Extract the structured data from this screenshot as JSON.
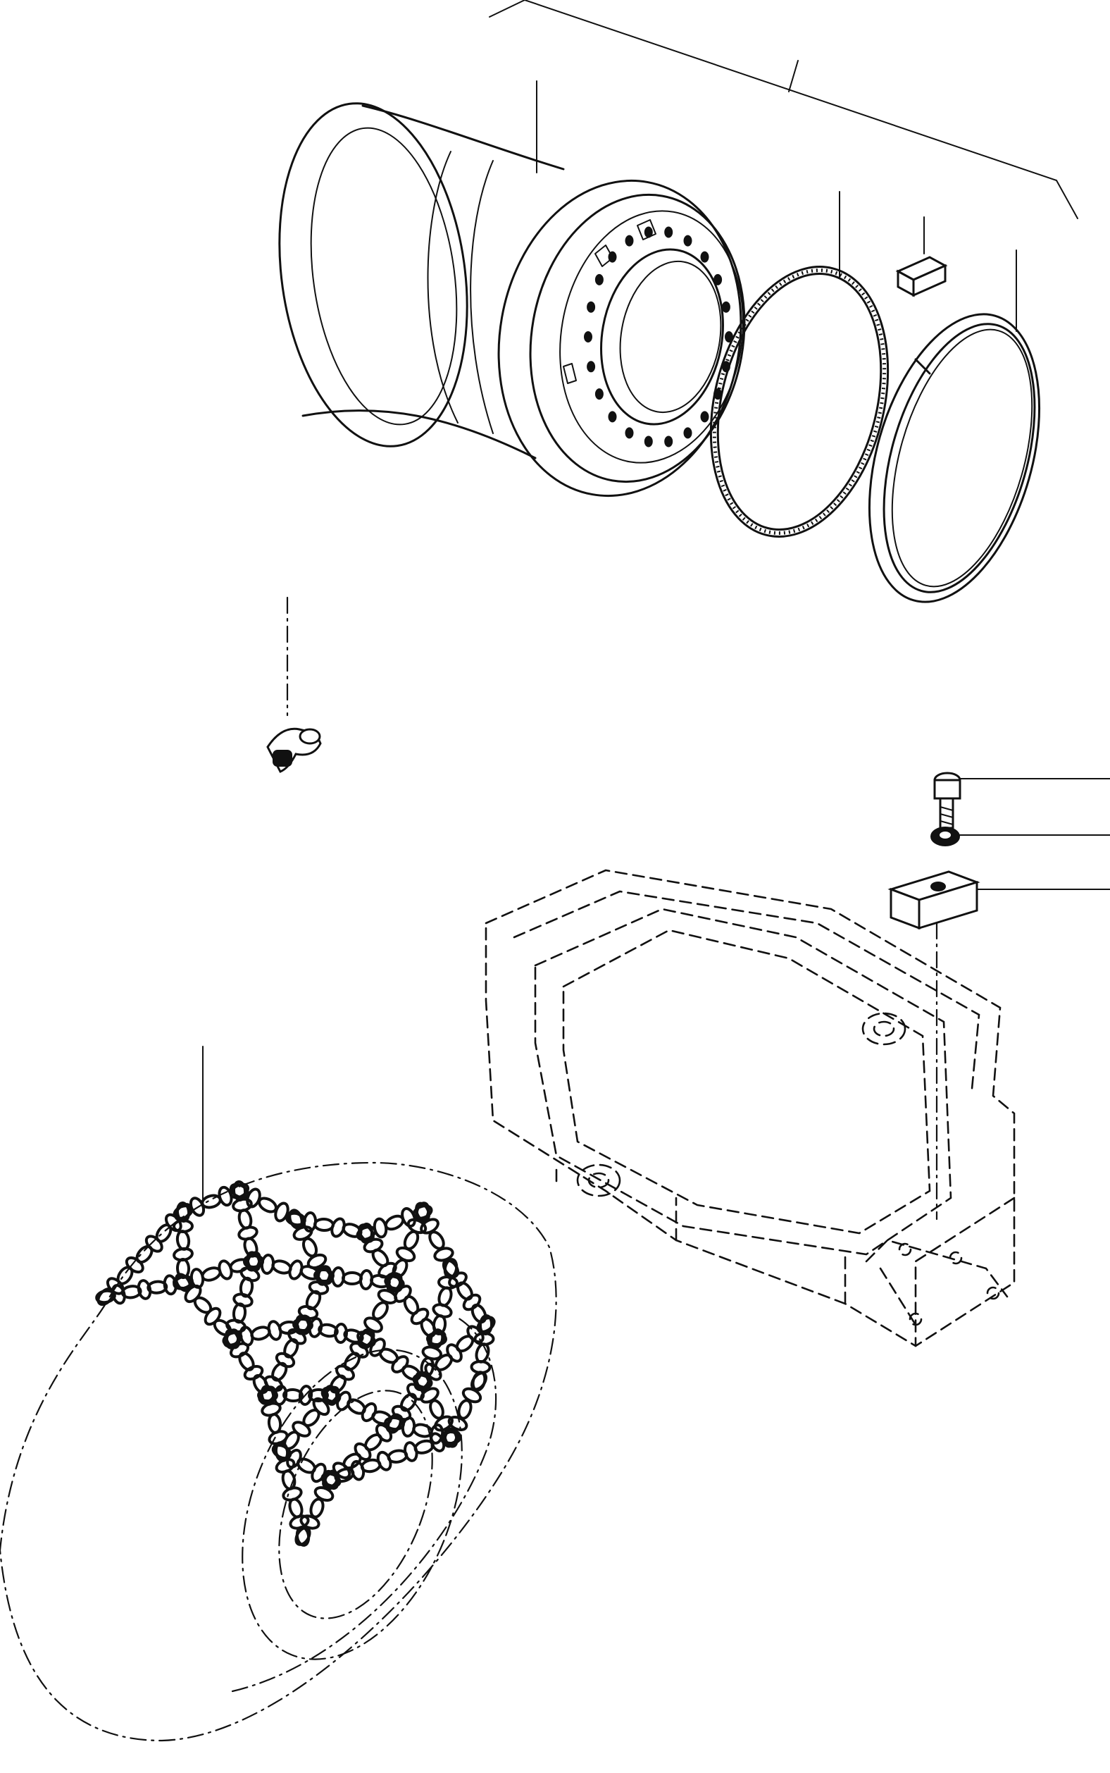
{
  "diagram": {
    "style": "monochrome exploded parts line drawing",
    "colors": {
      "ink": "#111111",
      "paper": "#ffffff"
    },
    "parts": [
      "wheel-rim",
      "sealing-ring",
      "lock-clip",
      "retaining-ring",
      "tire-valve",
      "cap-screw",
      "lock-washer",
      "stop-block",
      "machine-frame",
      "tire",
      "tire-chain"
    ]
  }
}
